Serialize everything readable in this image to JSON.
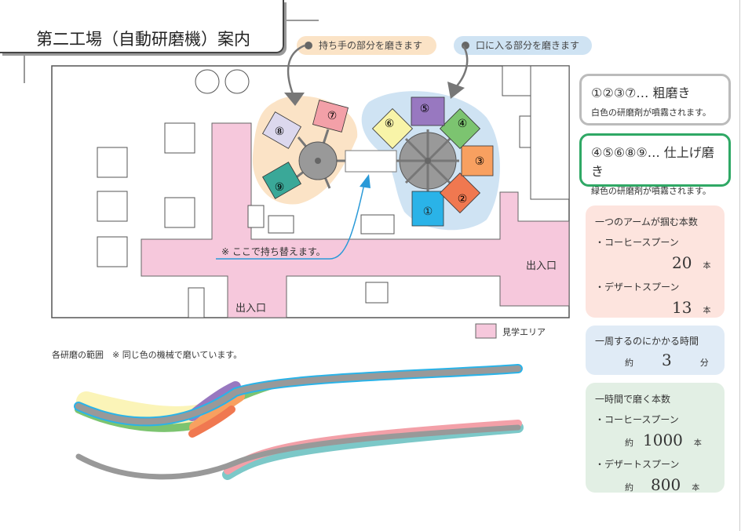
{
  "title": "第二工場（自動研磨機）案内",
  "callouts": {
    "handle": "持ち手の部分を磨きます",
    "mouth": "口に入る部分を磨きます"
  },
  "map": {
    "transfer_note": "※ ここで持ち替えます。",
    "exit_right": "出入口",
    "exit_bottom": "出入口",
    "legend": "見学エリア",
    "stations": [
      "①",
      "②",
      "③",
      "④",
      "⑤",
      "⑥",
      "⑦",
      "⑧",
      "⑨"
    ]
  },
  "range": {
    "caption": "各研磨の範囲　※ 同じ色の機械で磨いています。"
  },
  "rough": {
    "title": "①②③⑦… 粗磨き",
    "desc": "白色の研磨剤が噴霧されます。"
  },
  "finish": {
    "title": "④⑤⑥⑧⑨… 仕上げ磨き",
    "desc": "緑色の研磨剤が噴霧されます。"
  },
  "arm": {
    "title": "一つのアームが掴む本数",
    "coffee": "・コーヒースプーン",
    "coffee_val": "20",
    "dessert": "・デザートスプーン",
    "dessert_val": "13",
    "unit": "本"
  },
  "cycle": {
    "title": "一周するのにかかる時間",
    "approx": "約",
    "val": "3",
    "unit": "分"
  },
  "hour": {
    "title": "一時間で磨く本数",
    "coffee": "・コーヒースプーン",
    "coffee_val": "1000",
    "dessert": "・デザートスプーン",
    "dessert_val": "800",
    "approx": "約",
    "unit": "本"
  },
  "colors": {
    "pink": "#f6c8dc",
    "orange_zone": "#fbe3c6",
    "blue_zone": "#cfe3f3",
    "green_border": "#2fa865"
  }
}
